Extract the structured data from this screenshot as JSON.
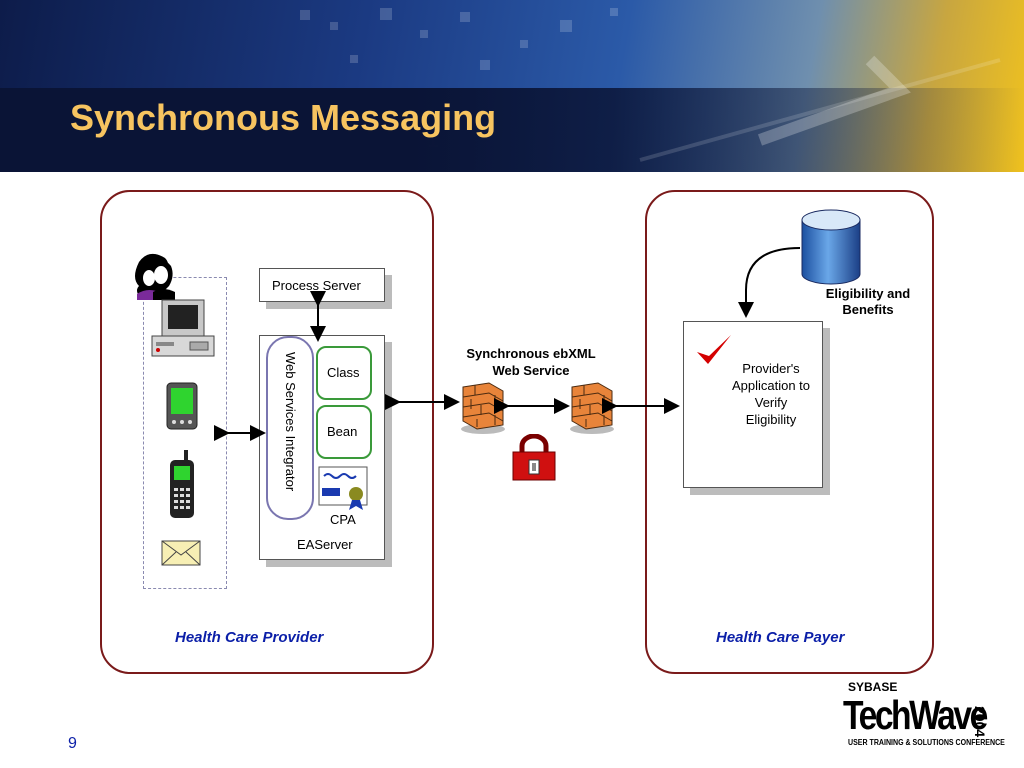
{
  "slide": {
    "title": "Synchronous Messaging",
    "page_number": "9"
  },
  "provider": {
    "label": "Health Care Provider",
    "process_server": "Process Server",
    "web_services_integrator": "Web Services Integrator",
    "class_label": "Class",
    "bean_label": "Bean",
    "cpa_label": "CPA",
    "easerver_label": "EAServer",
    "devices": [
      "users-icon",
      "desktop-computer-icon",
      "pda-icon",
      "mobile-phone-icon",
      "envelope-icon"
    ]
  },
  "middle": {
    "service_label_line1": "Synchronous ebXML",
    "service_label_line2": "Web Service"
  },
  "payer": {
    "label": "Health Care Payer",
    "db_label_line1": "Eligibility and",
    "db_label_line2": "Benefits",
    "app_line1": "Provider's",
    "app_line2": "Application to",
    "app_line3": "Verify",
    "app_line4": "Eligibility"
  },
  "logo": {
    "company": "SYBASE",
    "product": "TechWave",
    "year": "2004",
    "tagline": "USER TRAINING & SOLUTIONS CONFERENCE"
  },
  "colors": {
    "title": "#f7c460",
    "panel_border": "#7a1a1a",
    "panel_label": "#0b1fa8",
    "accent_green": "#3a9a3a"
  }
}
